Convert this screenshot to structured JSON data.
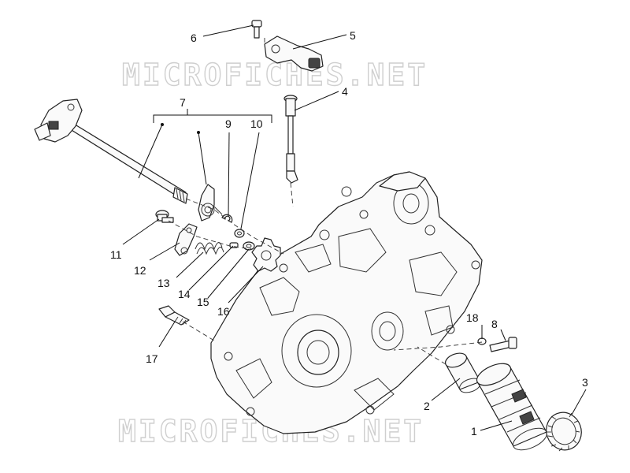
{
  "watermark": {
    "text": "MICROFICHES.NET"
  },
  "callouts": {
    "c1": "1",
    "c2": "2",
    "c3": "3",
    "c4": "4",
    "c5": "5",
    "c6": "6",
    "c7": "7",
    "c8": "8",
    "c9": "9",
    "c10": "10",
    "c11": "11",
    "c12": "12",
    "c13": "13",
    "c14": "14",
    "c15": "15",
    "c16": "16",
    "c17": "17",
    "c18": "18"
  }
}
